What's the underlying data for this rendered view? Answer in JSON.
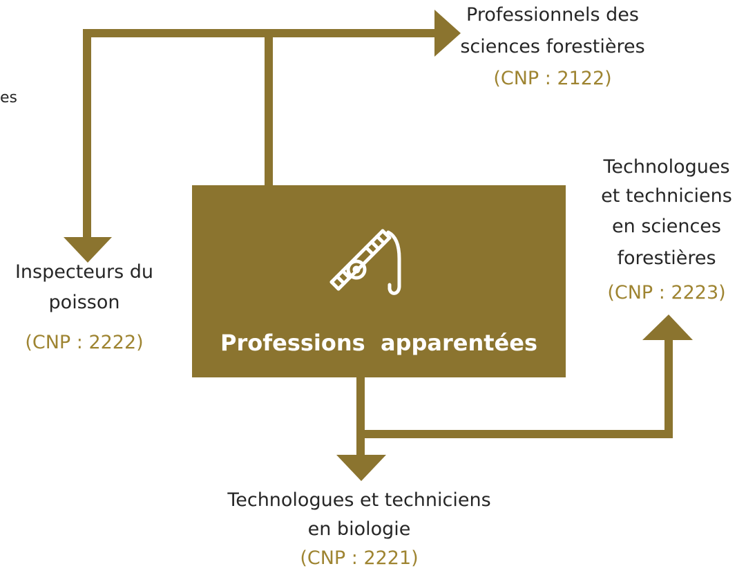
{
  "colors": {
    "accent": "#8b742f",
    "code_text": "#9e8431",
    "label_text": "#262626",
    "box_text": "#ffffff"
  },
  "central": {
    "title": "Professions  apparentées",
    "icon": "fishing-rod-icon"
  },
  "nodes": {
    "top": {
      "line1": "Professionnels des",
      "line2": "sciences forestières",
      "code": "(CNP : 2122)"
    },
    "left": {
      "line1": "Inspecteurs du",
      "line2": "poisson",
      "code": "(CNP : 2222)"
    },
    "right": {
      "line1": "Technologues",
      "line2": "et techniciens",
      "line3": "en sciences",
      "line4": "forestières",
      "code": "(CNP : 2223)"
    },
    "bottom": {
      "line1": "Technologues et techniciens",
      "line2": "en biologie",
      "code": "(CNP : 2221)"
    }
  },
  "stray_text": "es"
}
